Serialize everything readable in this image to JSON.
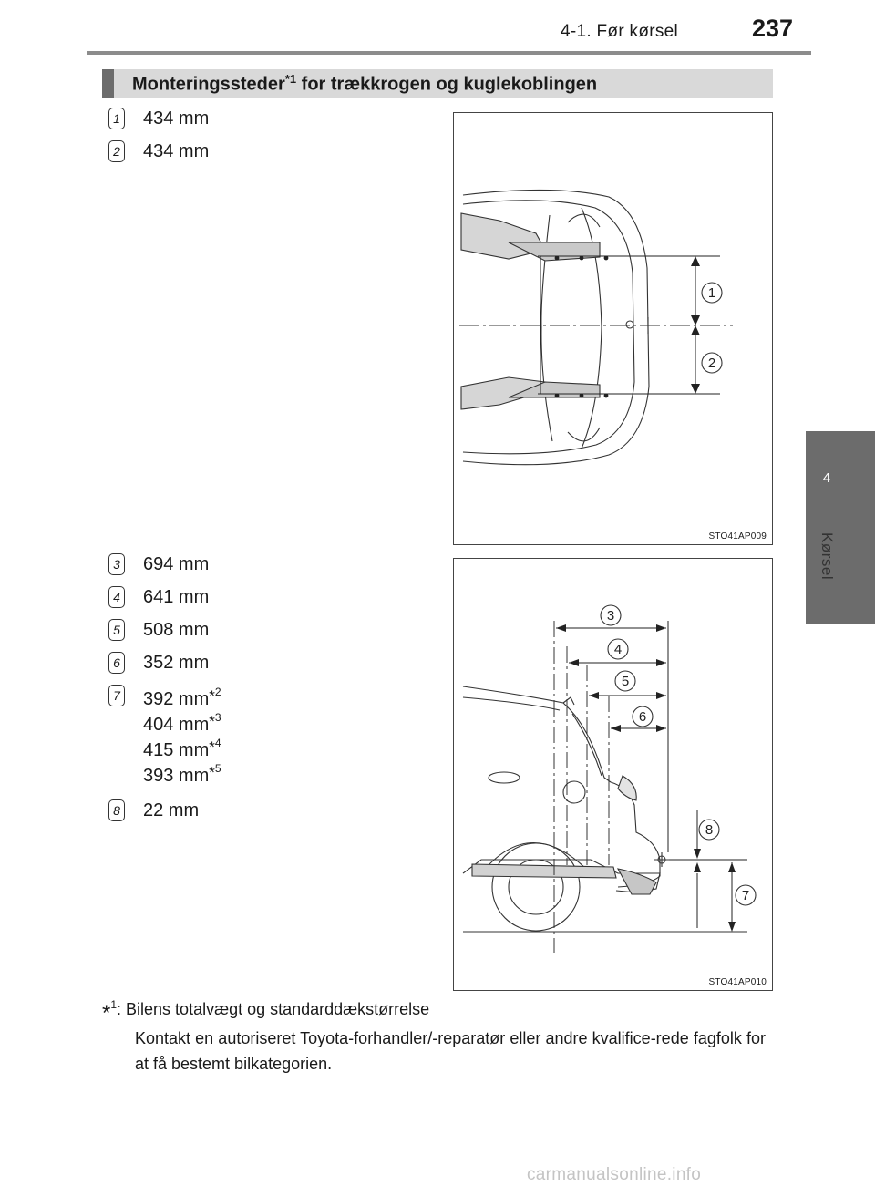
{
  "header": {
    "section": "4-1. Før kørsel",
    "page_number": "237"
  },
  "side_tab": {
    "chapter_number": "4",
    "chapter_label": "Kørsel"
  },
  "section": {
    "title": "Monteringssteder",
    "title_mark": "*1",
    "title_rest": " for trækkrogen og kuglekoblingen"
  },
  "measurements": [
    {
      "badge": "1",
      "text": "434 mm"
    },
    {
      "badge": "2",
      "text": "434 mm"
    },
    {
      "badge": "3",
      "text": "694 mm"
    },
    {
      "badge": "4",
      "text": "641 mm"
    },
    {
      "badge": "5",
      "text": "508 mm"
    },
    {
      "badge": "6",
      "text": "352 mm"
    },
    {
      "badge": "7",
      "text": "392 mm",
      "mark": "2"
    },
    {
      "badge": "",
      "text": "404 mm",
      "mark": "3"
    },
    {
      "badge": "",
      "text": "415 mm",
      "mark": "4"
    },
    {
      "badge": "",
      "text": "393 mm",
      "mark": "5"
    },
    {
      "badge": "8",
      "text": "22 mm"
    }
  ],
  "figures": {
    "top": {
      "code": "STO41AP009",
      "callouts": [
        "1",
        "2"
      ]
    },
    "side": {
      "code": "STO41AP010",
      "callouts": [
        "3",
        "4",
        "5",
        "6",
        "8",
        "7"
      ]
    }
  },
  "footnote": {
    "mark": "1",
    "label": ": Bilens totalvægt og standarddækstørrelse",
    "body": "Kontakt en autoriseret Toyota-forhandler/-reparatør eller andre kvalifice-rede fagfolk for at få bestemt bilkategorien."
  },
  "watermark": "carmanualsonline.info"
}
